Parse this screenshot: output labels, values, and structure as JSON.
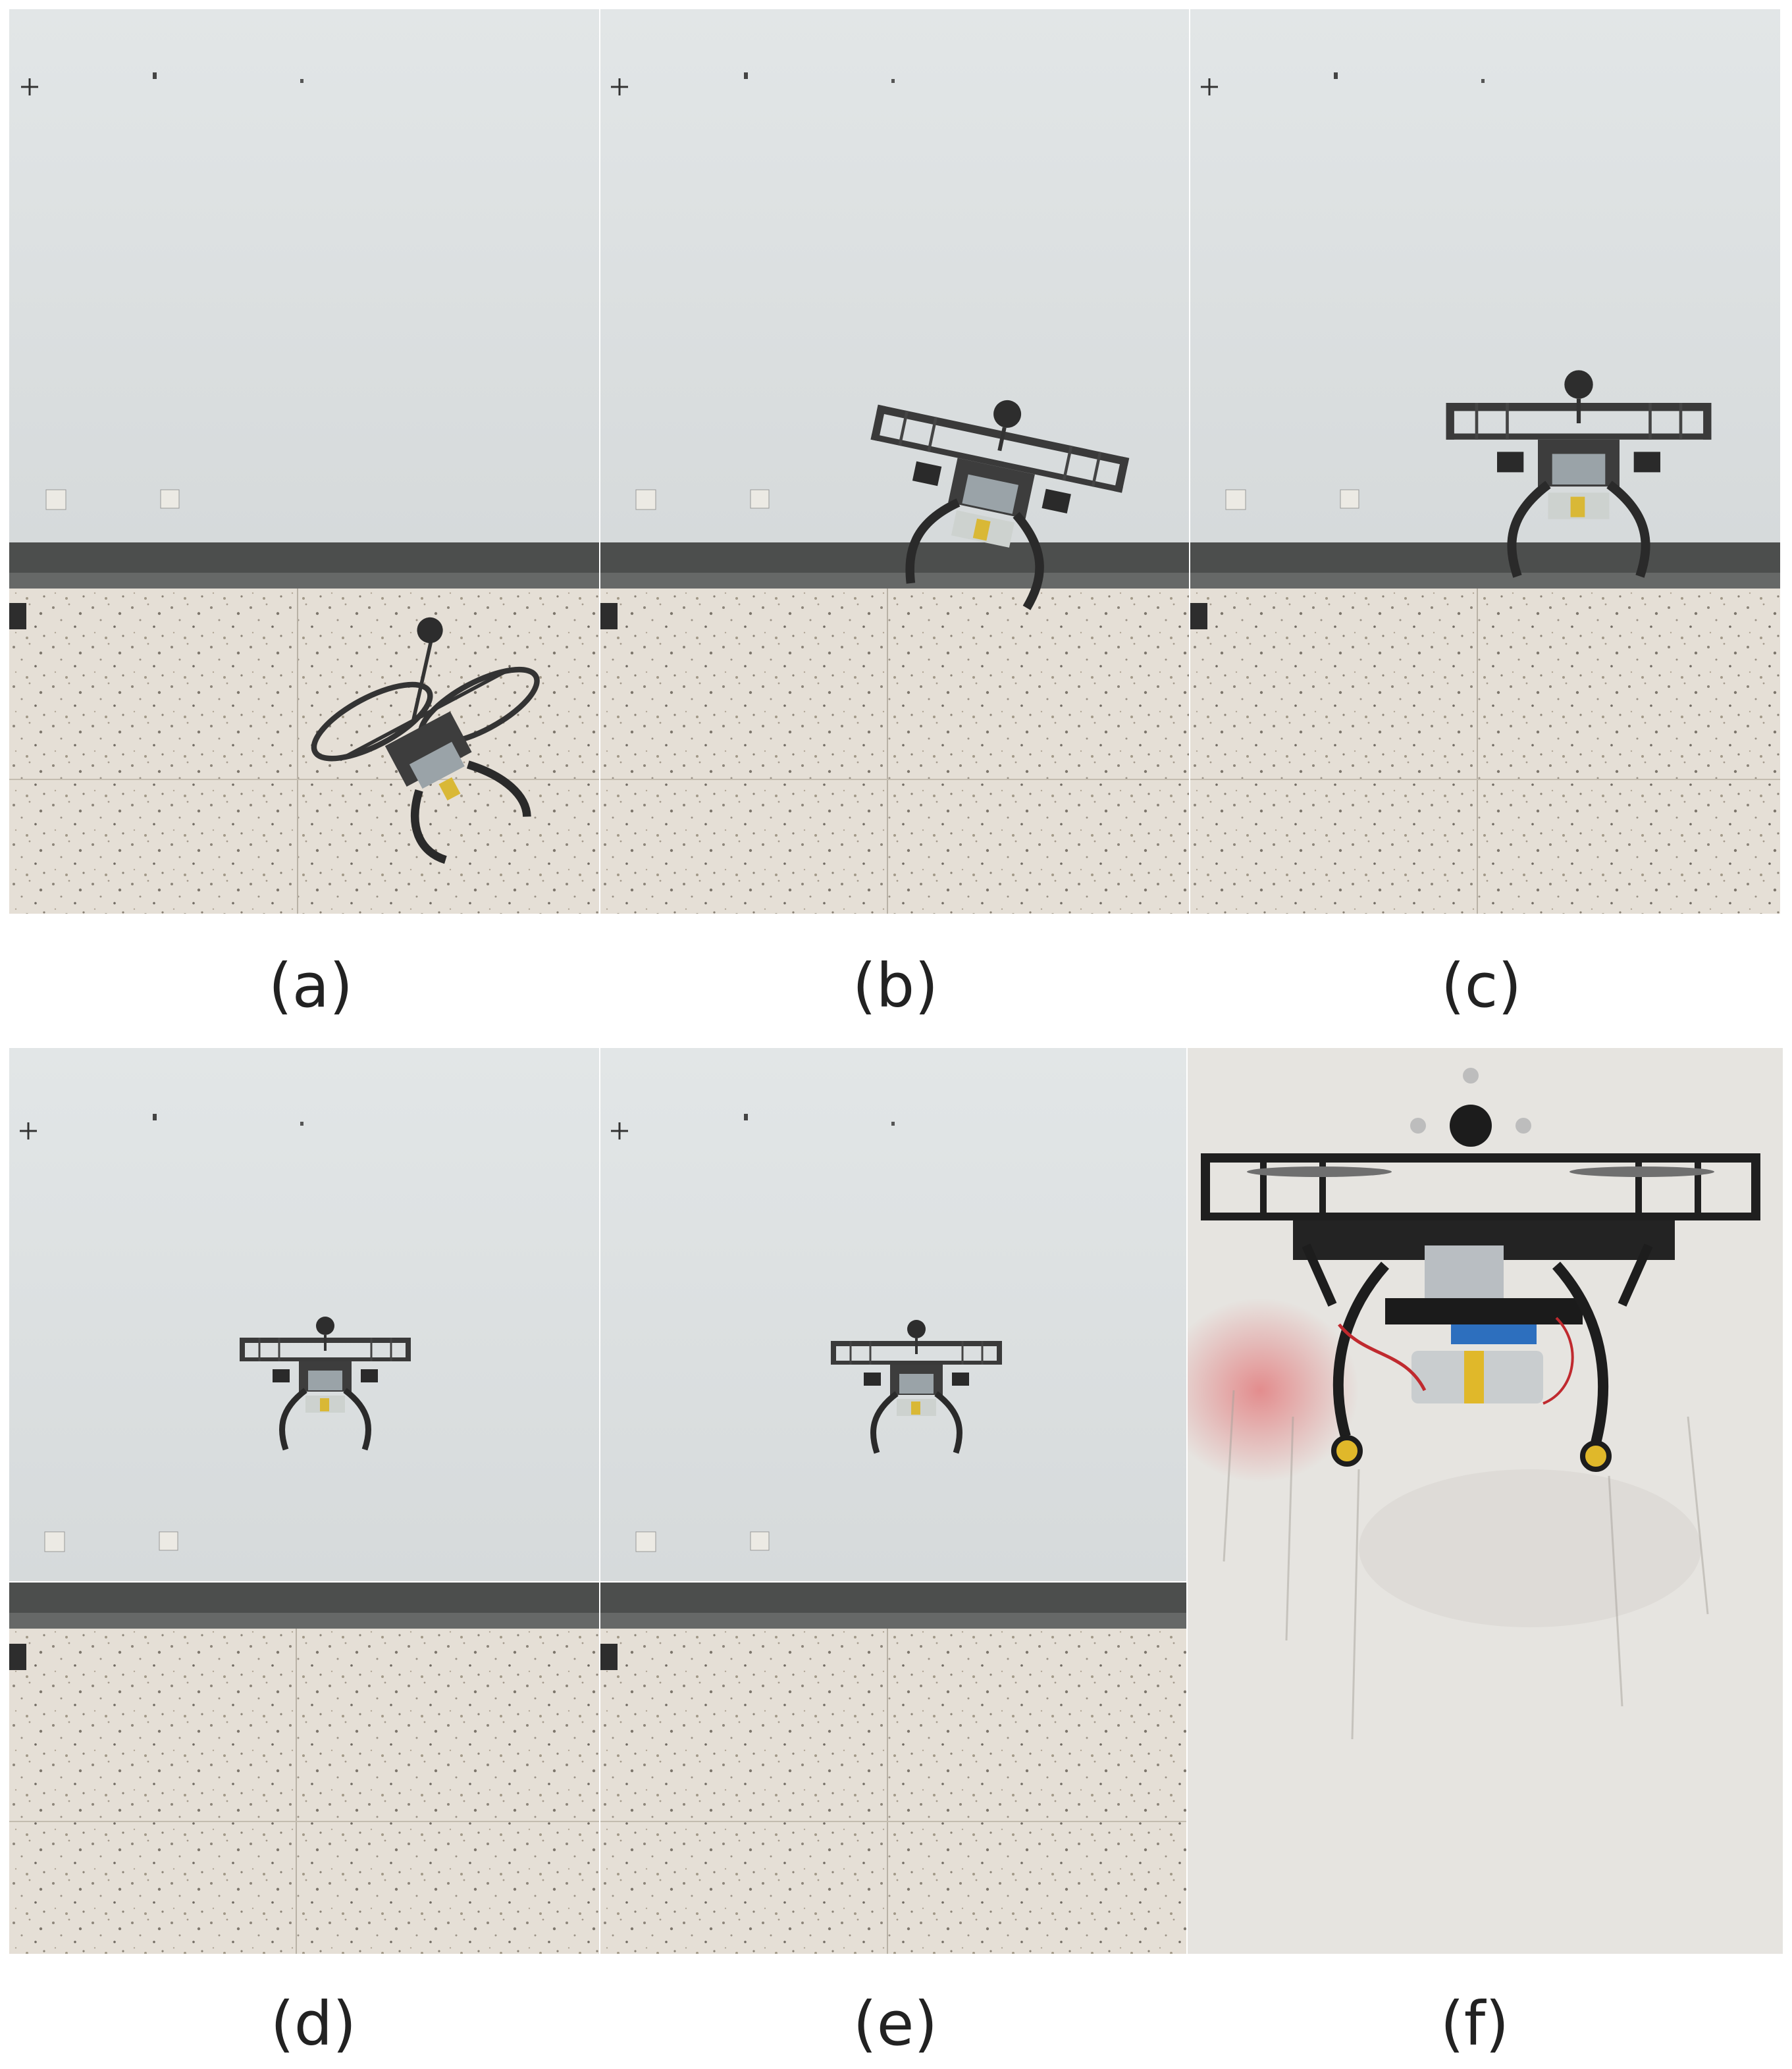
{
  "figure": {
    "panels": [
      {
        "id": "a",
        "caption": "(a)",
        "scene": "drone-on-floor"
      },
      {
        "id": "b",
        "caption": "(b)",
        "scene": "drone-taking-off-tilted"
      },
      {
        "id": "c",
        "caption": "(c)",
        "scene": "drone-hovering-near-wall-bottom"
      },
      {
        "id": "d",
        "caption": "(d)",
        "scene": "drone-hovering-mid-wall"
      },
      {
        "id": "e",
        "caption": "(e)",
        "scene": "drone-hovering-mid-wall"
      },
      {
        "id": "f",
        "caption": "(f)",
        "scene": "drone-perched-on-wall-closeup"
      }
    ]
  },
  "colors": {
    "wall": "#dfe3e4",
    "baseboard": "#4a4c4b",
    "floor": "#e3ddd4",
    "drone_frame": "#2b2b2b",
    "connector_yellow": "#e0b82a",
    "glow_red": "#d9333a"
  }
}
